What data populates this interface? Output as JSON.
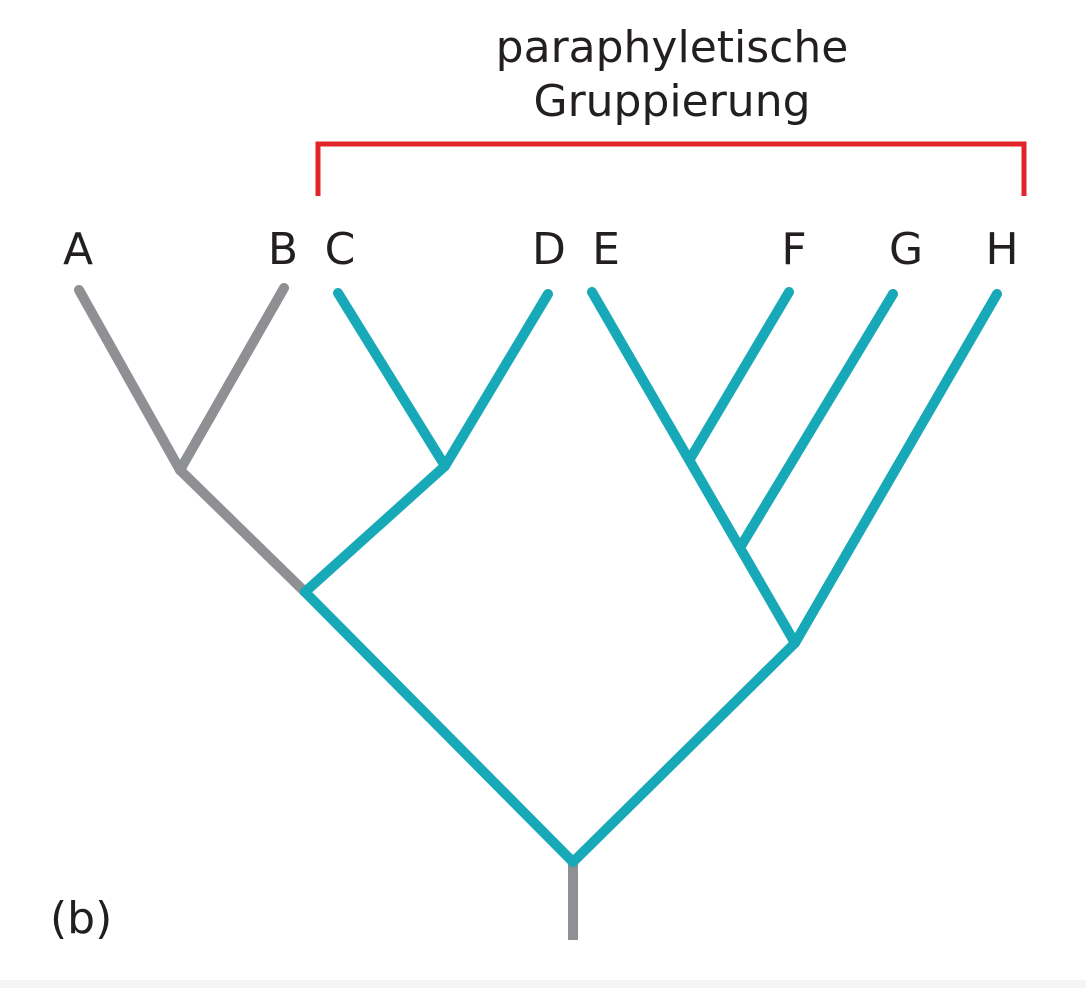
{
  "title": {
    "line1": "paraphyletische",
    "line2": "Gruppierung"
  },
  "panel_label": "(b)",
  "taxa": [
    "A",
    "B",
    "C",
    "D",
    "E",
    "F",
    "G",
    "H"
  ],
  "colors": {
    "highlight_branch": "#17a9b7",
    "outgroup_branch": "#8e9094",
    "bracket": "#e3242b",
    "text": "#231f20"
  },
  "branches": [
    {
      "name": "branch-a",
      "color": "outgroup_branch"
    },
    {
      "name": "branch-b",
      "color": "outgroup_branch"
    },
    {
      "name": "branch-ab-stem",
      "color": "outgroup_branch"
    },
    {
      "name": "branch-root-stem",
      "color": "outgroup_branch"
    },
    {
      "name": "branch-c",
      "color": "highlight_branch"
    },
    {
      "name": "branch-d",
      "color": "highlight_branch"
    },
    {
      "name": "branch-cd-stem",
      "color": "highlight_branch"
    },
    {
      "name": "branch-abcd-stem",
      "color": "highlight_branch"
    },
    {
      "name": "branch-e",
      "color": "highlight_branch"
    },
    {
      "name": "branch-f",
      "color": "highlight_branch"
    },
    {
      "name": "branch-g",
      "color": "highlight_branch"
    },
    {
      "name": "branch-h",
      "color": "highlight_branch"
    },
    {
      "name": "branch-efgh-stem",
      "color": "highlight_branch"
    }
  ]
}
